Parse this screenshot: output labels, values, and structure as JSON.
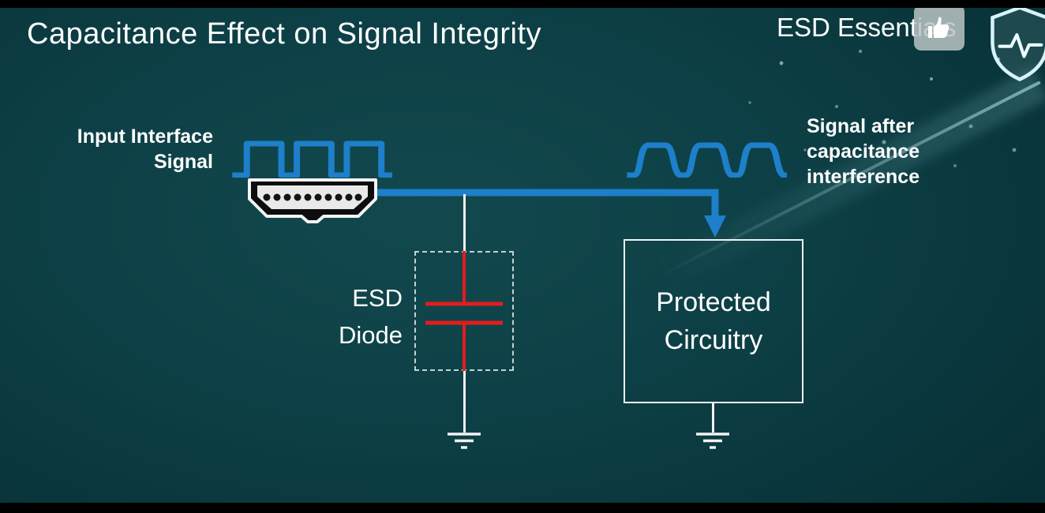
{
  "slide": {
    "title": "Capacitance Effect on Signal Integrity",
    "brand": "ESD Essentials"
  },
  "diagram": {
    "input_signal_label": {
      "line1": "Input Interface",
      "line2": "Signal"
    },
    "output_signal_label": {
      "line1": "Signal after",
      "line2": "capacitance",
      "line3": "interference"
    },
    "esd_diode_label": {
      "line1": "ESD",
      "line2": "Diode"
    },
    "protected_box": {
      "line1": "Protected",
      "line2": "Circuitry"
    }
  },
  "icons": {
    "thumbs_up": "thumbs-up-icon",
    "shield_logo": "esd-shield-heartbeat-icon",
    "hdmi": "hdmi-connector-icon",
    "ground": "ground-symbol-icon",
    "capacitor": "capacitor-symbol-icon",
    "arrow": "signal-flow-arrow-icon"
  },
  "colors": {
    "signal_blue": "#1e7fca",
    "capacitor_red": "#e11d1d",
    "wire_white": "#f2f2f2",
    "background_teal_light": "#12494e",
    "background_teal_dark": "#04262b",
    "text": "#ffffff"
  }
}
